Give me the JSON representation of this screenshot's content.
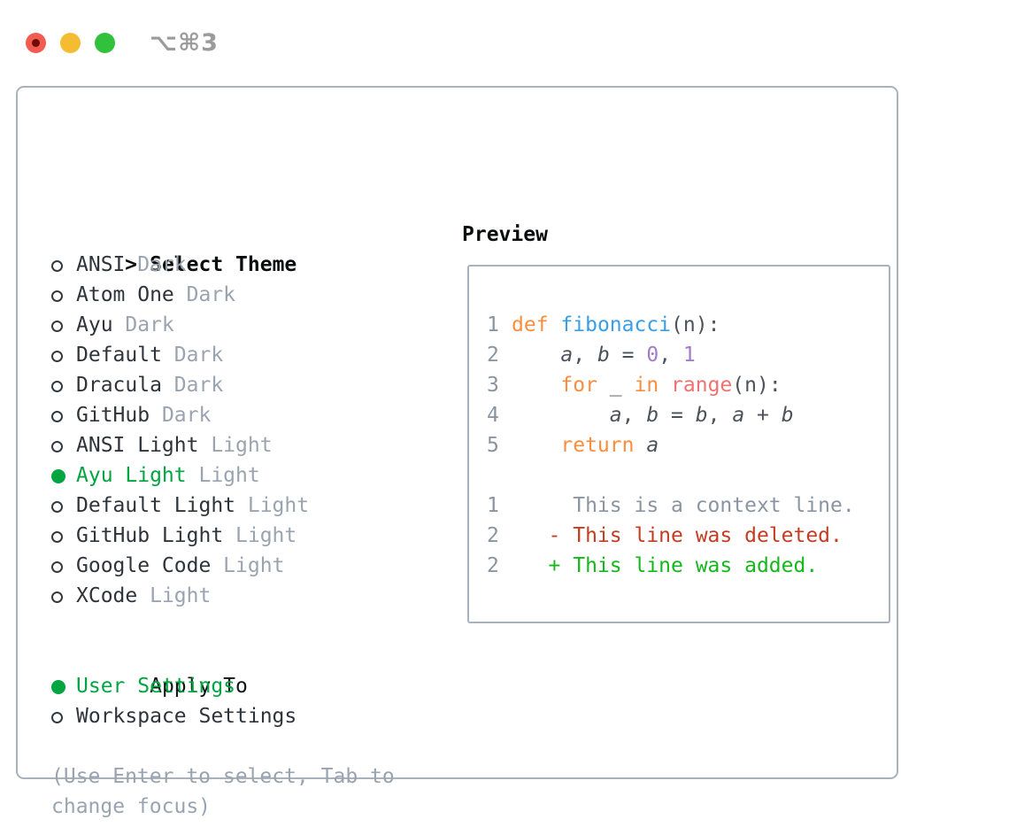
{
  "titlebar": {
    "shortcut": "⌥⌘3"
  },
  "theme_panel": {
    "focus_marker": ">",
    "title": "Select Theme",
    "items": [
      {
        "name": "ANSI",
        "variant": "Dark",
        "selected": false
      },
      {
        "name": "Atom One",
        "variant": "Dark",
        "selected": false
      },
      {
        "name": "Ayu",
        "variant": "Dark",
        "selected": false
      },
      {
        "name": "Default",
        "variant": "Dark",
        "selected": false
      },
      {
        "name": "Dracula",
        "variant": "Dark",
        "selected": false
      },
      {
        "name": "GitHub",
        "variant": "Dark",
        "selected": false
      },
      {
        "name": "ANSI Light",
        "variant": "Light",
        "selected": false
      },
      {
        "name": "Ayu Light",
        "variant": "Light",
        "selected": true
      },
      {
        "name": "Default Light",
        "variant": "Light",
        "selected": false
      },
      {
        "name": "GitHub Light",
        "variant": "Light",
        "selected": false
      },
      {
        "name": "Google Code",
        "variant": "Light",
        "selected": false
      },
      {
        "name": "XCode",
        "variant": "Light",
        "selected": false
      }
    ],
    "apply_to": {
      "title": "Apply To",
      "options": [
        {
          "name": "User Settings",
          "selected": true
        },
        {
          "name": "Workspace Settings",
          "selected": false
        }
      ]
    },
    "hint_lines": [
      "(Use Enter to select, Tab to",
      "change focus)"
    ]
  },
  "preview": {
    "title": "Preview",
    "code_lines": [
      {
        "num": "1",
        "segments": [
          {
            "t": "def",
            "c": "kw"
          },
          {
            "t": " ",
            "c": "pl"
          },
          {
            "t": "fibonacci",
            "c": "fn"
          },
          {
            "t": "(n):",
            "c": "pl"
          }
        ]
      },
      {
        "num": "2",
        "segments": [
          {
            "t": "    ",
            "c": "pl"
          },
          {
            "t": "a",
            "c": "var"
          },
          {
            "t": ", ",
            "c": "pl"
          },
          {
            "t": "b",
            "c": "var"
          },
          {
            "t": " = ",
            "c": "pl"
          },
          {
            "t": "0",
            "c": "num"
          },
          {
            "t": ", ",
            "c": "pl"
          },
          {
            "t": "1",
            "c": "num"
          }
        ]
      },
      {
        "num": "3",
        "segments": [
          {
            "t": "    ",
            "c": "pl"
          },
          {
            "t": "for",
            "c": "kw"
          },
          {
            "t": " _ ",
            "c": "pl"
          },
          {
            "t": "in",
            "c": "kw"
          },
          {
            "t": " ",
            "c": "pl"
          },
          {
            "t": "range",
            "c": "call"
          },
          {
            "t": "(n):",
            "c": "pl"
          }
        ]
      },
      {
        "num": "4",
        "segments": [
          {
            "t": "        ",
            "c": "pl"
          },
          {
            "t": "a",
            "c": "var"
          },
          {
            "t": ", ",
            "c": "pl"
          },
          {
            "t": "b",
            "c": "var"
          },
          {
            "t": " = ",
            "c": "pl"
          },
          {
            "t": "b",
            "c": "var"
          },
          {
            "t": ", ",
            "c": "pl"
          },
          {
            "t": "a",
            "c": "var"
          },
          {
            "t": " + ",
            "c": "pl"
          },
          {
            "t": "b",
            "c": "var"
          }
        ]
      },
      {
        "num": "5",
        "segments": [
          {
            "t": "    ",
            "c": "pl"
          },
          {
            "t": "return",
            "c": "kw"
          },
          {
            "t": " ",
            "c": "pl"
          },
          {
            "t": "a",
            "c": "var"
          }
        ]
      },
      {
        "num": "",
        "segments": []
      },
      {
        "num": "1",
        "segments": [
          {
            "t": "     This is a context line.",
            "c": "ctx"
          }
        ]
      },
      {
        "num": "2",
        "segments": [
          {
            "t": "   - This line was deleted.",
            "c": "del"
          }
        ]
      },
      {
        "num": "2",
        "segments": [
          {
            "t": "   + This line was added.",
            "c": "add"
          }
        ]
      }
    ]
  },
  "colors": {
    "selection_green": "#00a541",
    "diff_added_green": "#15b81c",
    "diff_removed_red": "#c43c22",
    "syntax_keyword_orange": "#fa8d3e",
    "syntax_function_blue": "#399ee6",
    "syntax_number_purple": "#a37acc",
    "syntax_call_coral": "#f0716f",
    "code_plain_gray": "#4c525a",
    "line_number_gray": "#8a95a1",
    "muted_text_gray": "#9aa4b0",
    "panel_border_gray": "#a9b2bc",
    "traffic_red": "#f15b51",
    "traffic_yellow": "#f5bb31",
    "traffic_green": "#31c13c"
  }
}
